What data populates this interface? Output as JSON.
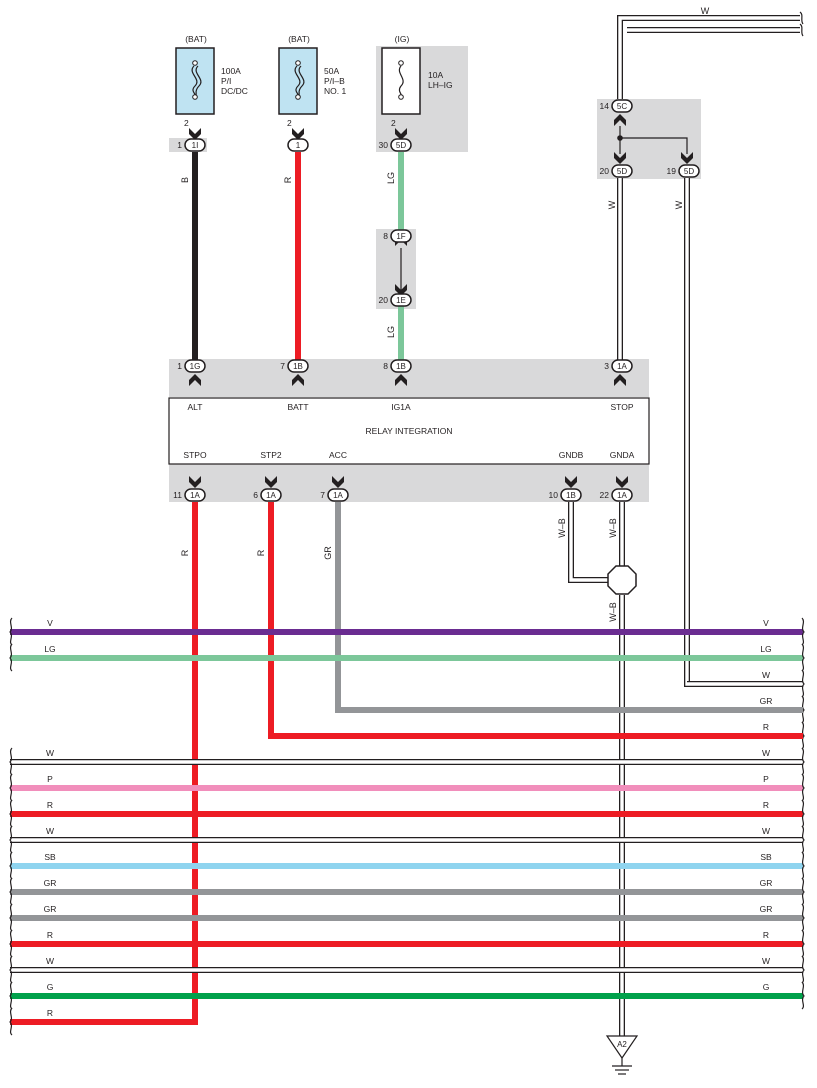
{
  "colors": {
    "B": "#231f20",
    "R": "#ed1c24",
    "LG": "#7cc79a",
    "GR": "#939598",
    "V": "#6a2c91",
    "P": "#f18ebb",
    "SB": "#8fd4ef",
    "G": "#00a14b",
    "W": "#ffffff",
    "panel": "#d9d9da"
  },
  "fuses": {
    "alt": {
      "source": "(BAT)",
      "lines": [
        "100A",
        "P/I",
        "DC/DC"
      ],
      "pin": "2",
      "connector": "1I",
      "connector_pin": "1"
    },
    "batt": {
      "source": "(BAT)",
      "lines": [
        "50A",
        "P/I–B",
        "NO. 1"
      ],
      "pin": "2",
      "connector": "1",
      "connector_pin": ""
    },
    "ig": {
      "source": "(IG)",
      "lines": [
        "10A",
        "LH–IG"
      ],
      "pin": "2",
      "connector": "5D",
      "connector_pin": "30"
    }
  },
  "junction": {
    "top": {
      "connector": "1F",
      "pin": "8"
    },
    "bottom": {
      "connector": "1E",
      "pin": "20"
    }
  },
  "stop_junction": {
    "in": {
      "connector": "5C",
      "pin": "14"
    },
    "out1": {
      "connector": "5D",
      "pin": "20"
    },
    "out2": {
      "connector": "5D",
      "pin": "19"
    }
  },
  "wire_labels": {
    "alt": "B",
    "batt": "R",
    "ig_upper": "LG",
    "ig_lower": "LG",
    "stop_top": "W",
    "stop_left": "W",
    "stop_right": "W",
    "stpo": "R",
    "stp2": "R",
    "acc": "GR",
    "gndb": "W–B",
    "gnda": "W–B",
    "ground": "W–B"
  },
  "relay": {
    "title": "RELAY INTEGRATION",
    "top_pins": [
      {
        "name": "ALT",
        "pin": "1",
        "connector": "1G"
      },
      {
        "name": "BATT",
        "pin": "7",
        "connector": "1B"
      },
      {
        "name": "IG1A",
        "pin": "8",
        "connector": "1B"
      },
      {
        "name": "STOP",
        "pin": "3",
        "connector": "1A"
      }
    ],
    "bottom_pins": [
      {
        "name": "STPO",
        "pin": "11",
        "connector": "1A"
      },
      {
        "name": "STP2",
        "pin": "6",
        "connector": "1A"
      },
      {
        "name": "ACC",
        "pin": "7",
        "connector": "1A"
      },
      {
        "name": "GNDB",
        "pin": "10",
        "connector": "1B"
      },
      {
        "name": "GNDA",
        "pin": "22",
        "connector": "1A"
      }
    ]
  },
  "ground": {
    "label": "A2"
  },
  "bus": [
    {
      "left": "V",
      "right": "V",
      "color": "V"
    },
    {
      "left": "LG",
      "right": "LG",
      "color": "LG"
    },
    {
      "left": "",
      "right": "W",
      "color": "W"
    },
    {
      "left": "",
      "right": "GR",
      "color": "GR"
    },
    {
      "left": "",
      "right": "R",
      "color": "R"
    },
    {
      "left": "W",
      "right": "W",
      "color": "W"
    },
    {
      "left": "P",
      "right": "P",
      "color": "P"
    },
    {
      "left": "R",
      "right": "R",
      "color": "R"
    },
    {
      "left": "W",
      "right": "W",
      "color": "W"
    },
    {
      "left": "SB",
      "right": "SB",
      "color": "SB"
    },
    {
      "left": "GR",
      "right": "GR",
      "color": "GR"
    },
    {
      "left": "GR",
      "right": "GR",
      "color": "GR"
    },
    {
      "left": "R",
      "right": "R",
      "color": "R"
    },
    {
      "left": "W",
      "right": "W",
      "color": "W"
    },
    {
      "left": "G",
      "right": "G",
      "color": "G"
    },
    {
      "left": "R",
      "right": "",
      "color": "R"
    }
  ]
}
